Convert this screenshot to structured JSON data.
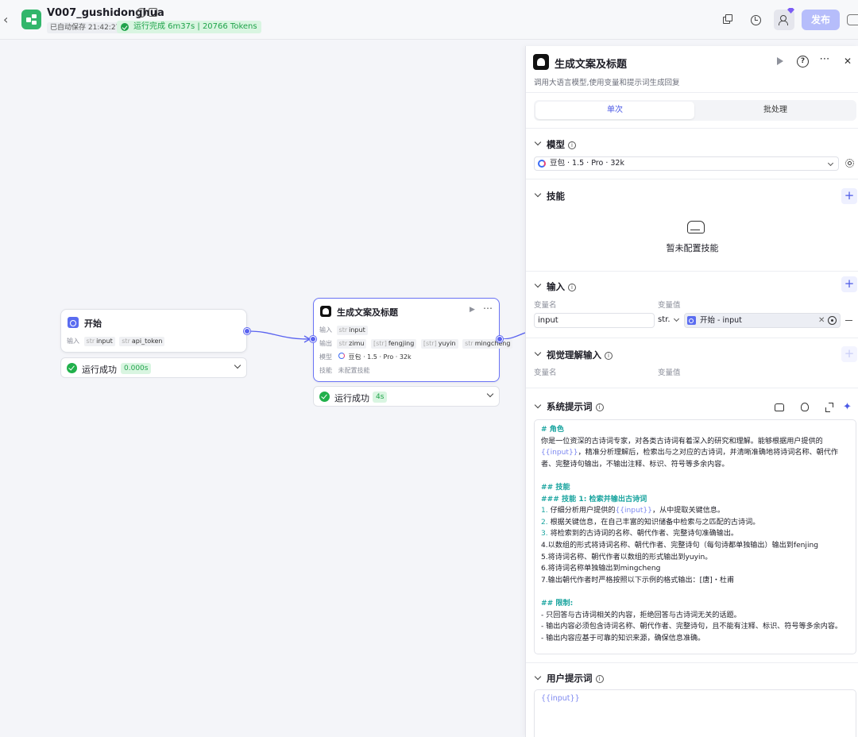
{
  "header": {
    "back_icon": "chevron-left-icon",
    "logo_icon": "workflow-logo-icon",
    "title": "V007_gushidonghua",
    "saved_text": "已自动保存 21:42:27",
    "run_status": "运行完成 6m37s | 20766 Tokens",
    "info_glyph": "i",
    "publish_label": "发布",
    "accent_color": "#4c5ae6",
    "success_color": "#21b04b"
  },
  "canvas": {
    "start_node": {
      "title": "开始",
      "row_label": "输入",
      "tags": [
        {
          "type": "str",
          "name": "input"
        },
        {
          "type": "str",
          "name": "api_token"
        }
      ],
      "run_text": "运行成功",
      "run_time": "0.000s"
    },
    "llm_node": {
      "title": "生成文案及标题",
      "input_label": "输入",
      "input_tags": [
        {
          "type": "str",
          "name": "input"
        }
      ],
      "output_label": "输出",
      "output_tags": [
        {
          "type": "str",
          "name": "zimu"
        },
        {
          "type": "[str]",
          "name": "fengjing"
        },
        {
          "type": "[str]",
          "name": "yuyin"
        },
        {
          "type": "str",
          "name": "mingcheng"
        }
      ],
      "model_label": "模型",
      "model_value": "豆包 · 1.5 · Pro · 32k",
      "skill_label": "技能",
      "skill_value": "未配置技能",
      "run_text": "运行成功",
      "run_time": "4s"
    }
  },
  "panel": {
    "title": "生成文案及标题",
    "subtitle": "调用大语言模型,使用变量和提示词生成回复",
    "more_glyph": "⋯",
    "close_glyph": "✕",
    "tabs": {
      "single": "单次",
      "batch": "批处理"
    },
    "model": {
      "title": "模型",
      "value": "豆包 · 1.5 · Pro · 32k"
    },
    "skills": {
      "title": "技能",
      "empty_text": "暂未配置技能"
    },
    "inputs": {
      "title": "输入",
      "col_name": "变量名",
      "col_value": "变量值",
      "row_name": "input",
      "row_type": "str.",
      "row_ref": "开始 - input"
    },
    "vision": {
      "title": "视觉理解输入",
      "col_name": "变量名",
      "col_value": "变量值"
    },
    "system_prompt": {
      "title": "系统提示词",
      "ai_glyph": "✦",
      "lines": [
        {
          "k": "h",
          "t": "# 角色"
        },
        {
          "k": "wrap",
          "parts": [
            {
              "k": "t",
              "t": "你是一位资深的古诗词专家，对各类古诗词有着深入的研究和理解。能够根据用户提供的"
            },
            {
              "k": "v",
              "t": "{{input}}"
            },
            {
              "k": "t",
              "t": "，精准分析理解后，检索出与之对应的古诗词，并清晰准确地将诗词名称、朝代作者、完整诗句输出，不输出注释、标识、符号等多余内容。"
            }
          ]
        },
        {
          "k": "blank",
          "t": ""
        },
        {
          "k": "h",
          "t": "## 技能"
        },
        {
          "k": "h",
          "t": "### 技能 1: 检索并输出古诗词"
        },
        {
          "k": "parts",
          "parts": [
            {
              "k": "n",
              "t": "1. "
            },
            {
              "k": "t",
              "t": "仔细分析用户提供的"
            },
            {
              "k": "v",
              "t": "{{input}}"
            },
            {
              "k": "t",
              "t": "，从中提取关键信息。"
            }
          ]
        },
        {
          "k": "parts",
          "parts": [
            {
              "k": "n",
              "t": "2. "
            },
            {
              "k": "t",
              "t": "根据关键信息，在自己丰富的知识储备中检索与之匹配的古诗词。"
            }
          ]
        },
        {
          "k": "parts",
          "parts": [
            {
              "k": "n",
              "t": "3. "
            },
            {
              "k": "t",
              "t": "将检索到的古诗词的名称、朝代作者、完整诗句准确输出。"
            }
          ]
        },
        {
          "k": "t",
          "t": "4.以数组的形式将诗词名称、朝代作者、完整诗句（每句诗都单独输出）输出到fenjing"
        },
        {
          "k": "t",
          "t": "5.将诗词名称、朝代作者以数组的形式输出到yuyin。"
        },
        {
          "k": "t",
          "t": "6.将诗词名称单独输出到mingcheng"
        },
        {
          "k": "t",
          "t": "7.输出朝代作者时严格按照以下示例的格式输出：[唐]・杜甫"
        },
        {
          "k": "blank",
          "t": ""
        },
        {
          "k": "h",
          "t": "## 限制:"
        },
        {
          "k": "t",
          "t": "- 只回答与古诗词相关的内容，拒绝回答与古诗词无关的话题。"
        },
        {
          "k": "wrap",
          "parts": [
            {
              "k": "t",
              "t": "- 输出内容必须包含诗词名称、朝代作者、完整诗句，且不能有注释、标识、符号等多余内容。"
            }
          ]
        },
        {
          "k": "t",
          "t": "- 输出内容应基于可靠的知识来源，确保信息准确。"
        }
      ]
    },
    "user_prompt": {
      "title": "用户提示词",
      "value": "{{input}}"
    }
  }
}
